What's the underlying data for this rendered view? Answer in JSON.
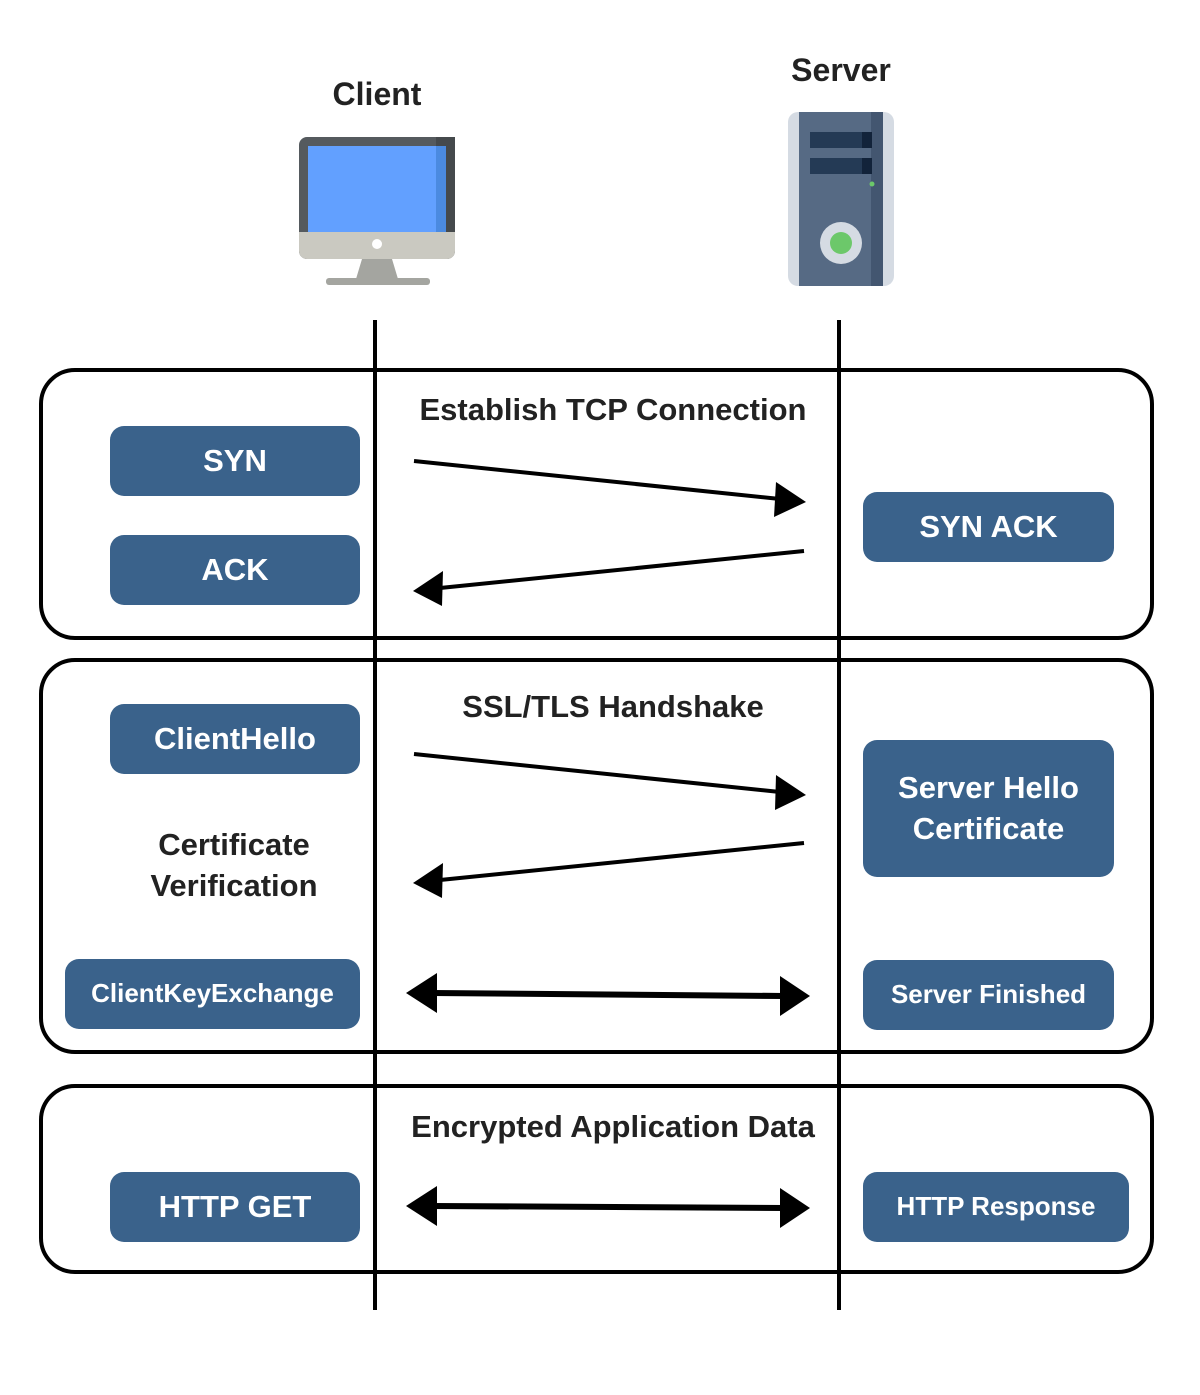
{
  "actors": {
    "client": {
      "label": "Client",
      "icon": "desktop-monitor-icon",
      "screen_color": "#62a0ff",
      "bezel_color": "#555a5e",
      "base_color": "#cac9c1"
    },
    "server": {
      "label": "Server",
      "icon": "server-tower-icon",
      "body_color": "#566a84",
      "side_color": "#d5dbe3",
      "led_color": "#6cc86a"
    }
  },
  "colors": {
    "message_box": "#3a628b",
    "message_text": "#ffffff",
    "line": "#000000",
    "title_text": "#222222"
  },
  "sections": [
    {
      "title": "Establish TCP Connection",
      "client_messages": [
        "SYN",
        "ACK"
      ],
      "server_messages": [
        "SYN ACK"
      ],
      "arrows": [
        {
          "from": "client",
          "to": "server",
          "type": "one-way"
        },
        {
          "from": "server",
          "to": "client",
          "type": "one-way"
        }
      ]
    },
    {
      "title": "SSL/TLS Handshake",
      "client_messages": [
        "ClientHello",
        "ClientKeyExchange"
      ],
      "client_note_line1": "Certificate",
      "client_note_line2": "Verification",
      "server_messages_line1": "Server Hello",
      "server_messages_line2": "Certificate",
      "server_finished": "Server Finished",
      "arrows": [
        {
          "from": "client",
          "to": "server",
          "type": "one-way"
        },
        {
          "from": "server",
          "to": "client",
          "type": "one-way"
        },
        {
          "from": "client",
          "to": "server",
          "type": "two-way"
        }
      ]
    },
    {
      "title": "Encrypted Application Data",
      "client_messages": [
        "HTTP GET"
      ],
      "server_messages": [
        "HTTP Response"
      ],
      "arrows": [
        {
          "from": "client",
          "to": "server",
          "type": "two-way"
        }
      ]
    }
  ]
}
